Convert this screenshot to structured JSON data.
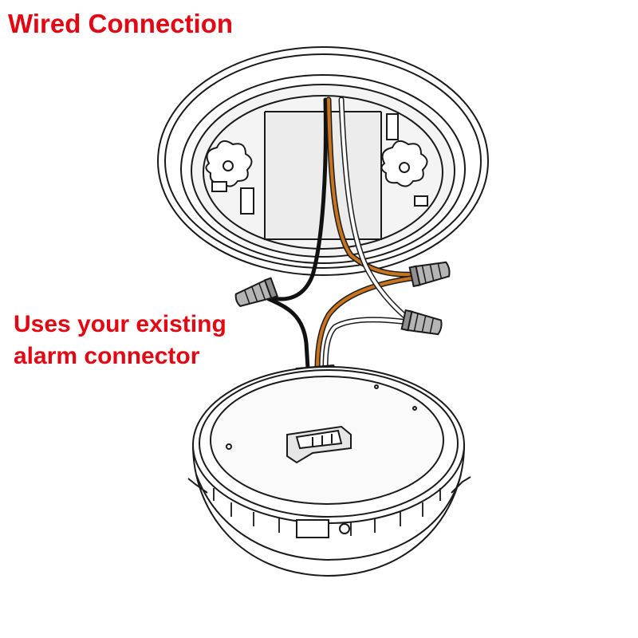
{
  "title": "Wired Connection",
  "caption": {
    "line1": "Uses your existing",
    "line2": "alarm connector"
  },
  "colors": {
    "text_accent": "#e30613",
    "line": "#1a1a1a",
    "wire_orange": "#c8741e",
    "wire_black": "#111111",
    "wire_white": "#ffffff",
    "shading": "#d9d9d9"
  },
  "icons": [
    "mounting-plate",
    "wire-nut",
    "alarm-connector",
    "smoke-alarm-body"
  ]
}
